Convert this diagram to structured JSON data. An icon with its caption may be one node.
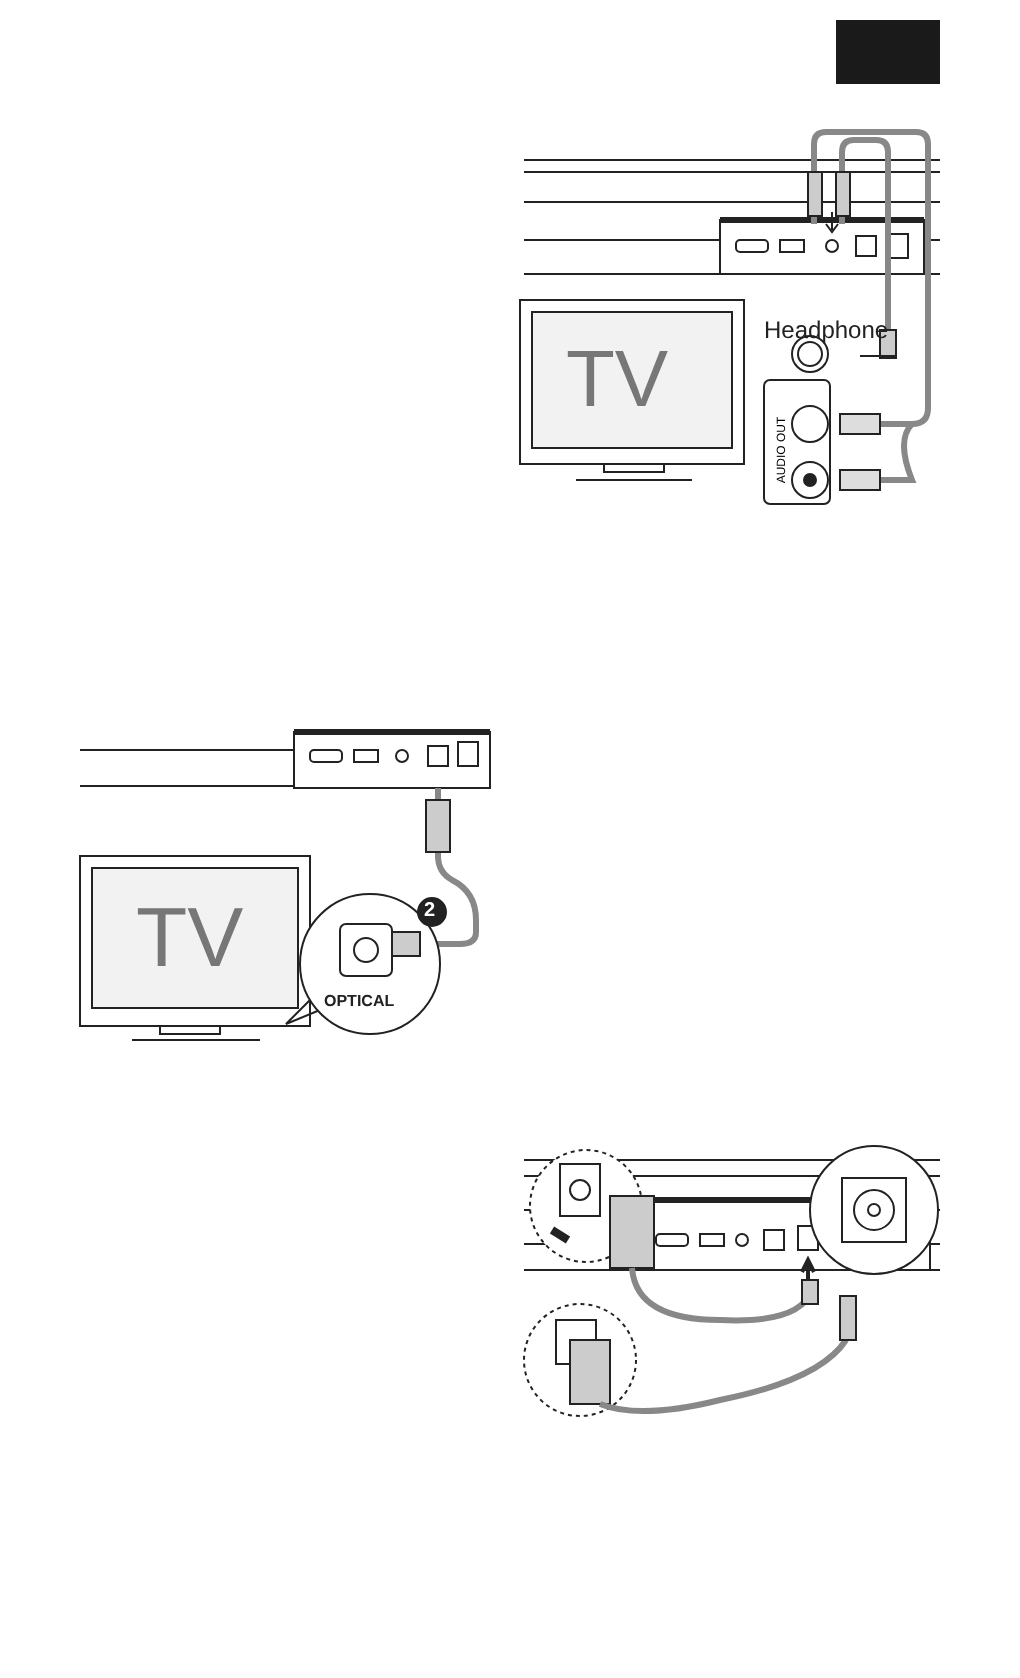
{
  "diagram": {
    "labels": [
      "TV",
      "Headphone",
      "AUDIO OUT",
      "TV",
      "OPTICAL",
      "2"
    ]
  }
}
